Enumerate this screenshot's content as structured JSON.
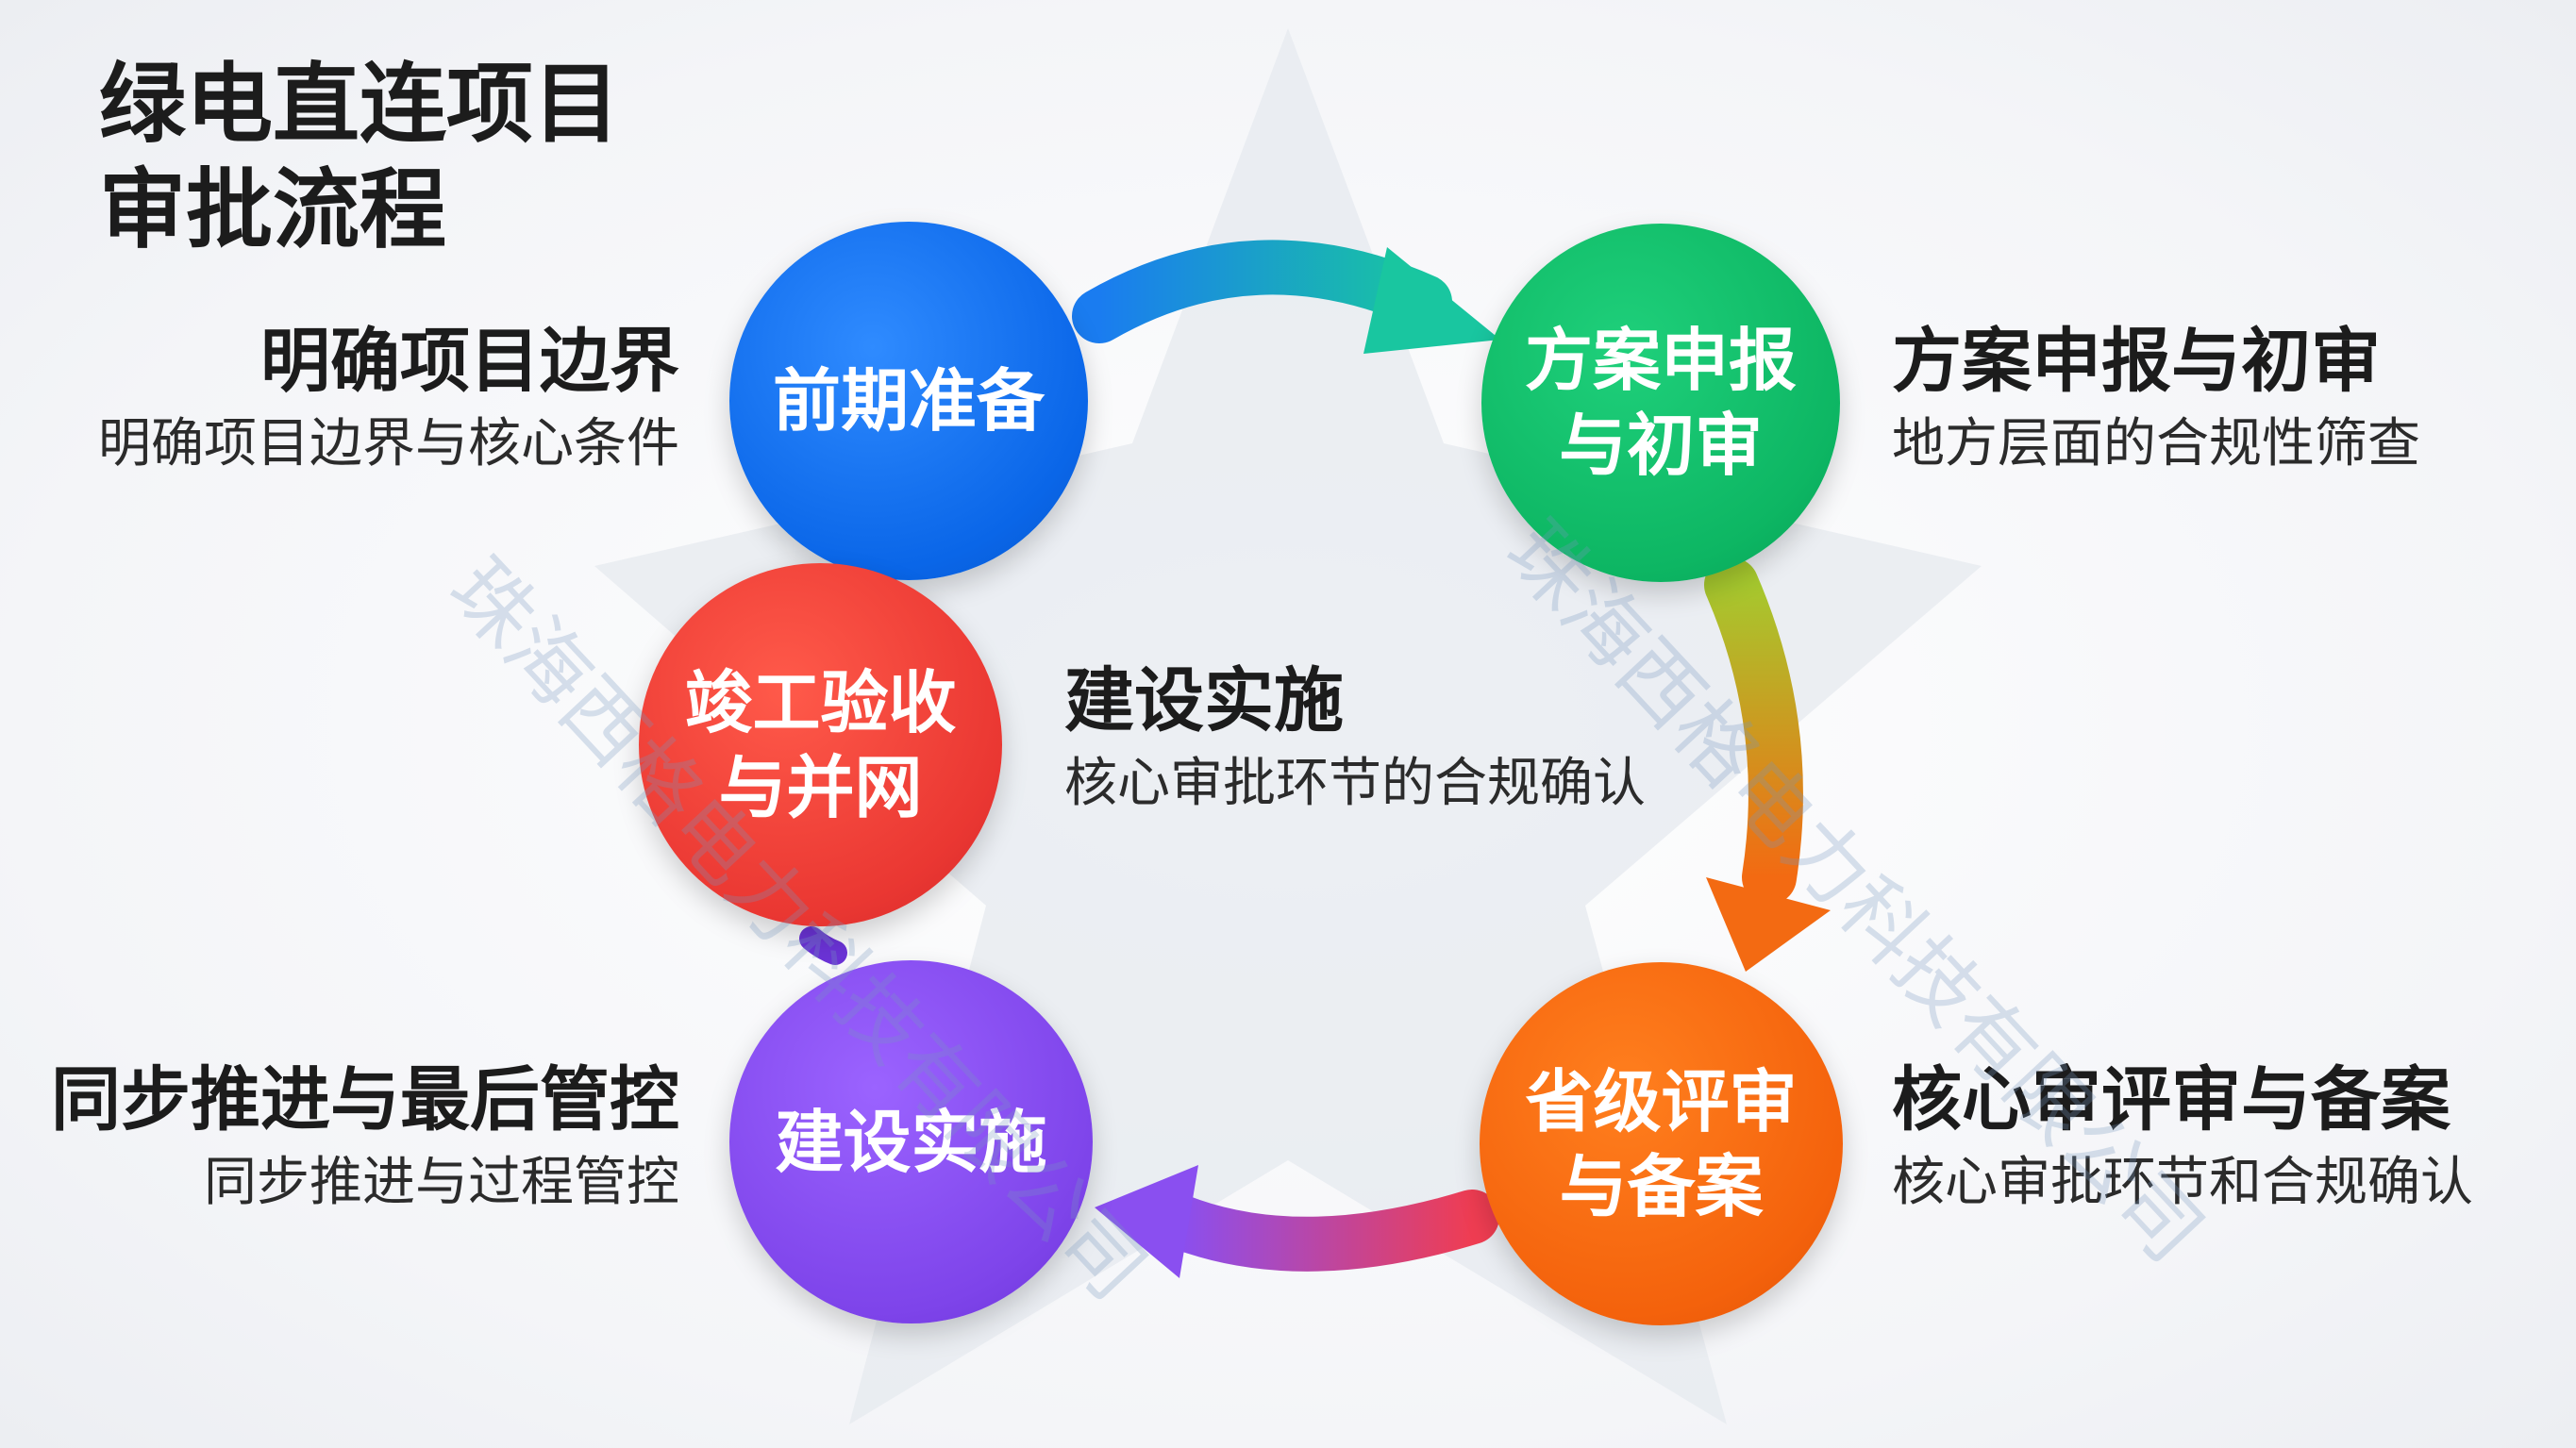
{
  "title": {
    "line1": "绿电直连项目",
    "line2": "审批流程"
  },
  "nodes": {
    "preparation": {
      "text": "前期准备"
    },
    "submission": {
      "text": "方案申报\n与初审"
    },
    "completion": {
      "text": "竣工验收\n与并网"
    },
    "construction": {
      "text": "建设实施"
    },
    "provincial": {
      "text": "省级评审\n与备案"
    }
  },
  "labels": {
    "top_left": {
      "heading": "明确项目边界",
      "sub": "明确项目边界与核心条件"
    },
    "top_right": {
      "heading": "方案申报与初审",
      "sub": "地方层面的合规性筛查"
    },
    "middle": {
      "heading": "建设实施",
      "sub": "核心审批环节的合规确认"
    },
    "bottom_left": {
      "heading": "同步推进与最后管控",
      "sub": "同步推进与过程管控"
    },
    "bottom_right": {
      "heading": "核心审评审与备案",
      "sub": "核心审批环节和合规确认"
    }
  },
  "watermark": {
    "text1": "珠海西格电力科技有限公司",
    "text2": "珠海西格电力科技有限公司"
  },
  "colors": {
    "blue": "#0a66e8",
    "green": "#0db663",
    "red": "#ea3732",
    "purple": "#7e44ea",
    "orange": "#f4620c"
  }
}
